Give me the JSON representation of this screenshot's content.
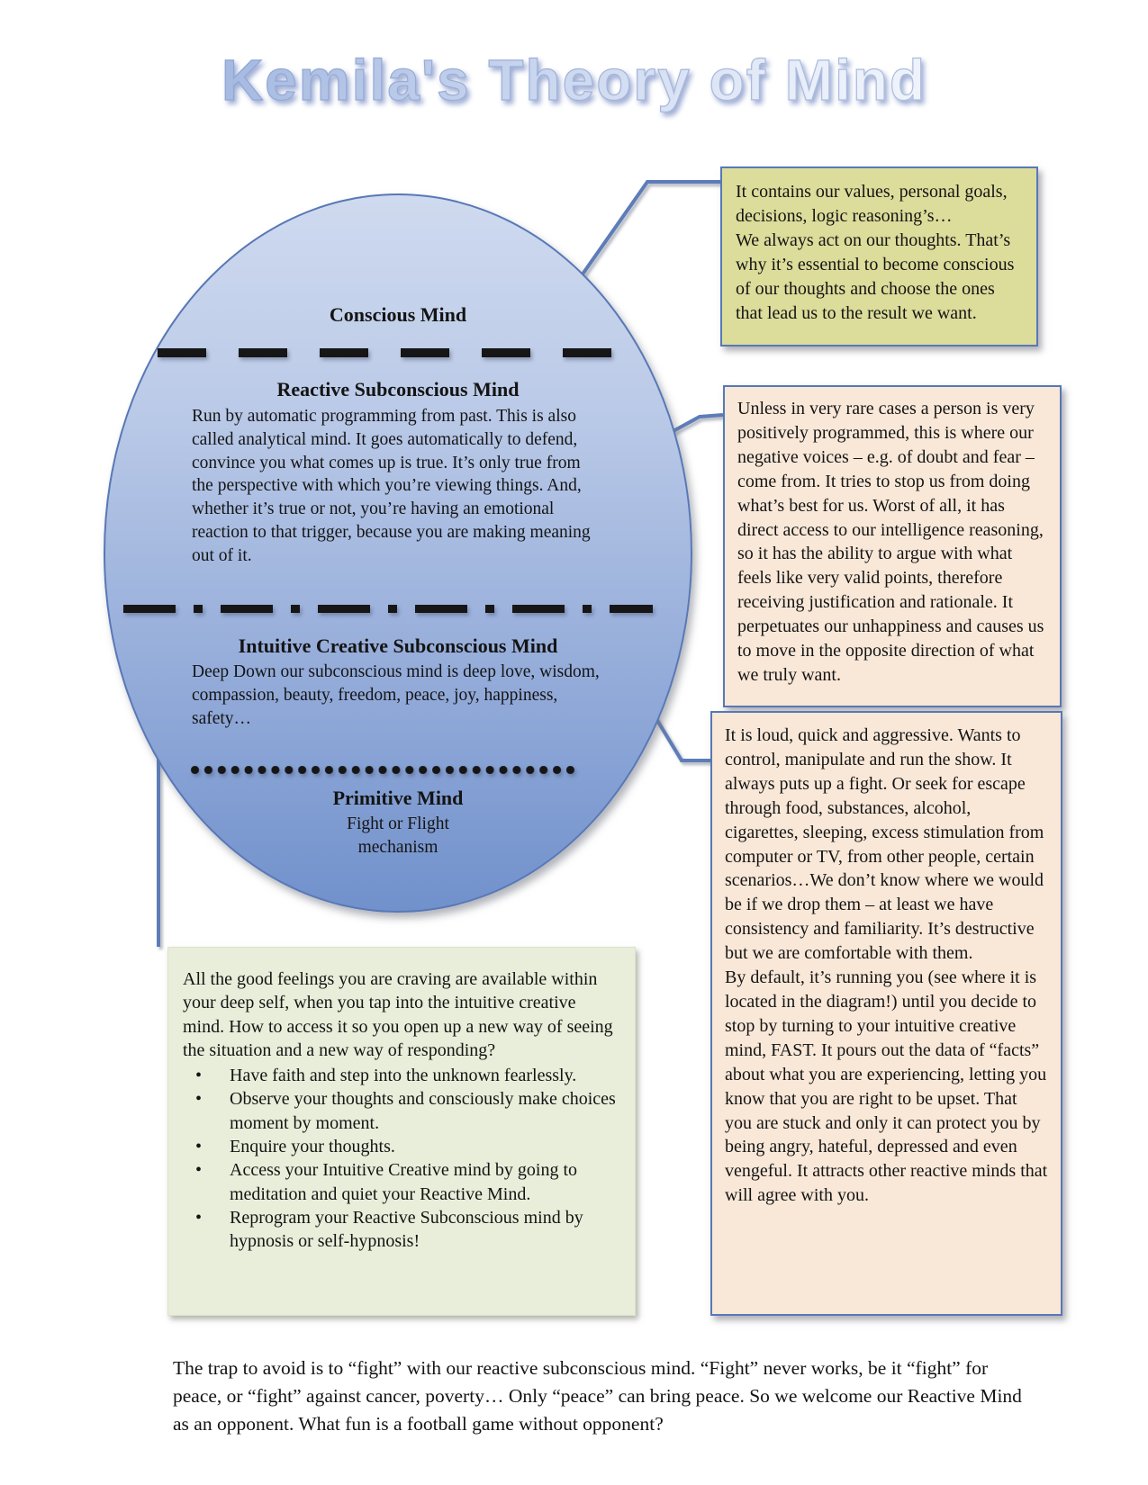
{
  "title": "Kemila's Theory of Mind",
  "ellipse": {
    "conscious": {
      "heading": "Conscious Mind"
    },
    "reactive": {
      "heading": "Reactive Subconscious Mind",
      "body": "Run by automatic programming from past. This is also called analytical mind. It goes automatically to defend, convince you what comes up is true. It’s only true from the perspective with which you’re viewing things. And, whether it’s true or not, you’re having an emotional reaction to that trigger, because you are making meaning out of it."
    },
    "intuitive": {
      "heading": "Intuitive Creative Subconscious Mind",
      "body": "Deep Down our subconscious mind is deep love, wisdom, compassion, beauty, freedom, peace, joy, happiness, safety…"
    },
    "primitive": {
      "heading": "Primitive Mind",
      "body": "Fight or Flight\nmechanism"
    }
  },
  "callouts": {
    "conscious_note": "It contains our values, personal goals, decisions, logic reasoning’s…\nWe always act on our thoughts. That’s why it’s essential to become conscious of our thoughts and choose the ones that lead us to the result we want.",
    "reactive_note": "Unless in very rare cases a person is very positively programmed, this is where our negative voices – e.g. of doubt and fear – come from. It tries to stop us from doing what’s best for us. Worst of all, it has direct access to our intelligence reasoning, so it has the ability to argue with what feels like very valid points, therefore receiving justification and rationale. It perpetuates our unhappiness and causes us to move in the opposite direction of what we truly want.",
    "reactive_behavior_note": "It is loud, quick and aggressive. Wants to control, manipulate and run the show. It always puts up a fight. Or seek for escape through food, substances, alcohol, cigarettes, sleeping, excess stimulation from computer or TV, from other people, certain scenarios…We don’t know where we would be if we drop them – at least we have consistency and familiarity. It’s destructive but we are comfortable with them.\nBy default, it’s running you (see where it is located in the diagram!) until you decide to stop by turning to your intuitive creative mind, FAST. It pours out the data of “facts” about what you are experiencing, letting you know that you are right to be upset. That you are stuck and only it can protect you by being angry, hateful, depressed and even vengeful. It attracts other reactive minds that will agree with you."
  },
  "green_box": {
    "intro": "All the good feelings you are craving are available within your deep self, when you tap into the intuitive creative mind. How to access it so you open up a new way of seeing the situation and a new way of responding?",
    "bullets": [
      "Have faith and step into the unknown fearlessly.",
      "Observe your thoughts and consciously make choices moment by moment.",
      "Enquire your thoughts.",
      "Access your Intuitive Creative mind by going to meditation and quiet your Reactive Mind.",
      "Reprogram your Reactive Subconscious mind by hypnosis or self-hypnosis!"
    ]
  },
  "footer": "The trap to avoid is to “fight” with our reactive subconscious mind. “Fight” never works, be it “fight” for peace, or “fight” against cancer, poverty… Only “peace” can bring peace. So we welcome our Reactive Mind as an opponent. What fun is a football game without opponent?",
  "colors": {
    "accent_blue": "#5878b6",
    "ellipse_top": "#cfdaef",
    "ellipse_bottom": "#7191cc",
    "callout_yellow": "#dcdc9b",
    "callout_peach": "#f9e8d8",
    "callout_green": "#e9eeda",
    "text": "#141414"
  }
}
